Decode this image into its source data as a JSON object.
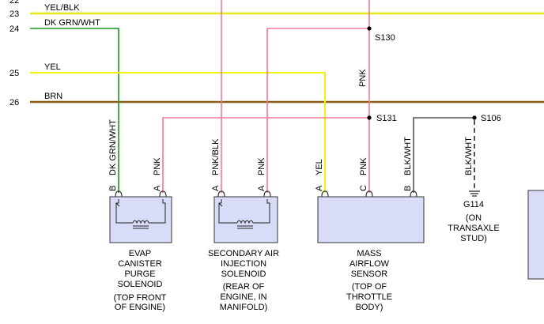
{
  "colors": {
    "yel_blk": "#e6e619",
    "dk_grn_wht": "#1a9a1a",
    "yel": "#f0f01e",
    "brn": "#8b5a16",
    "pnk": "#f07898",
    "blk_wht": "#555555",
    "component_fill": "#d8dcf8",
    "component_stroke": "#333333"
  },
  "rows": {
    "r22": "22",
    "r23": "23",
    "r24": "24",
    "r25": "25",
    "r26": "26"
  },
  "wires": {
    "yel_blk": "YEL/BLK",
    "dk_grn_wht": "DK GRN/WHT",
    "yel": "YEL",
    "brn": "BRN",
    "pnk_vertical": "PNK"
  },
  "splices": {
    "s130": "S130",
    "s131": "S131",
    "s106": "S106"
  },
  "pin_wires": {
    "evap_b": "DK GRN/WHT",
    "evap_a": "PNK",
    "air_a1": "PNK/BLK",
    "air_a2": "PNK",
    "maf_a": "YEL",
    "maf_c": "PNK",
    "maf_b": "BLK/WHT",
    "ground": "BLK/WHT"
  },
  "pins": {
    "evap_b": "B",
    "evap_a": "A",
    "air_a1": "A",
    "air_a2": "A",
    "maf_a": "A",
    "maf_c": "C",
    "maf_b": "B"
  },
  "ground": {
    "name": "G114",
    "loc1": "(ON",
    "loc2": "TRANSAXLE",
    "loc3": "STUD)"
  },
  "components": {
    "evap": {
      "l1": "EVAP",
      "l2": "CANISTER",
      "l3": "PURGE",
      "l4": "SOLENOID",
      "loc1": "(TOP FRONT",
      "loc2": "OF ENGINE)"
    },
    "air": {
      "l1": "SECONDARY AIR",
      "l2": "INJECTION",
      "l3": "SOLENOID",
      "loc1": "(REAR OF",
      "loc2": "ENGINE, IN",
      "loc3": "MANIFOLD)"
    },
    "maf": {
      "l1": "MASS",
      "l2": "AIRFLOW",
      "l3": "SENSOR",
      "loc1": "(TOP OF",
      "loc2": "THROTTLE",
      "loc3": "BODY)"
    }
  }
}
